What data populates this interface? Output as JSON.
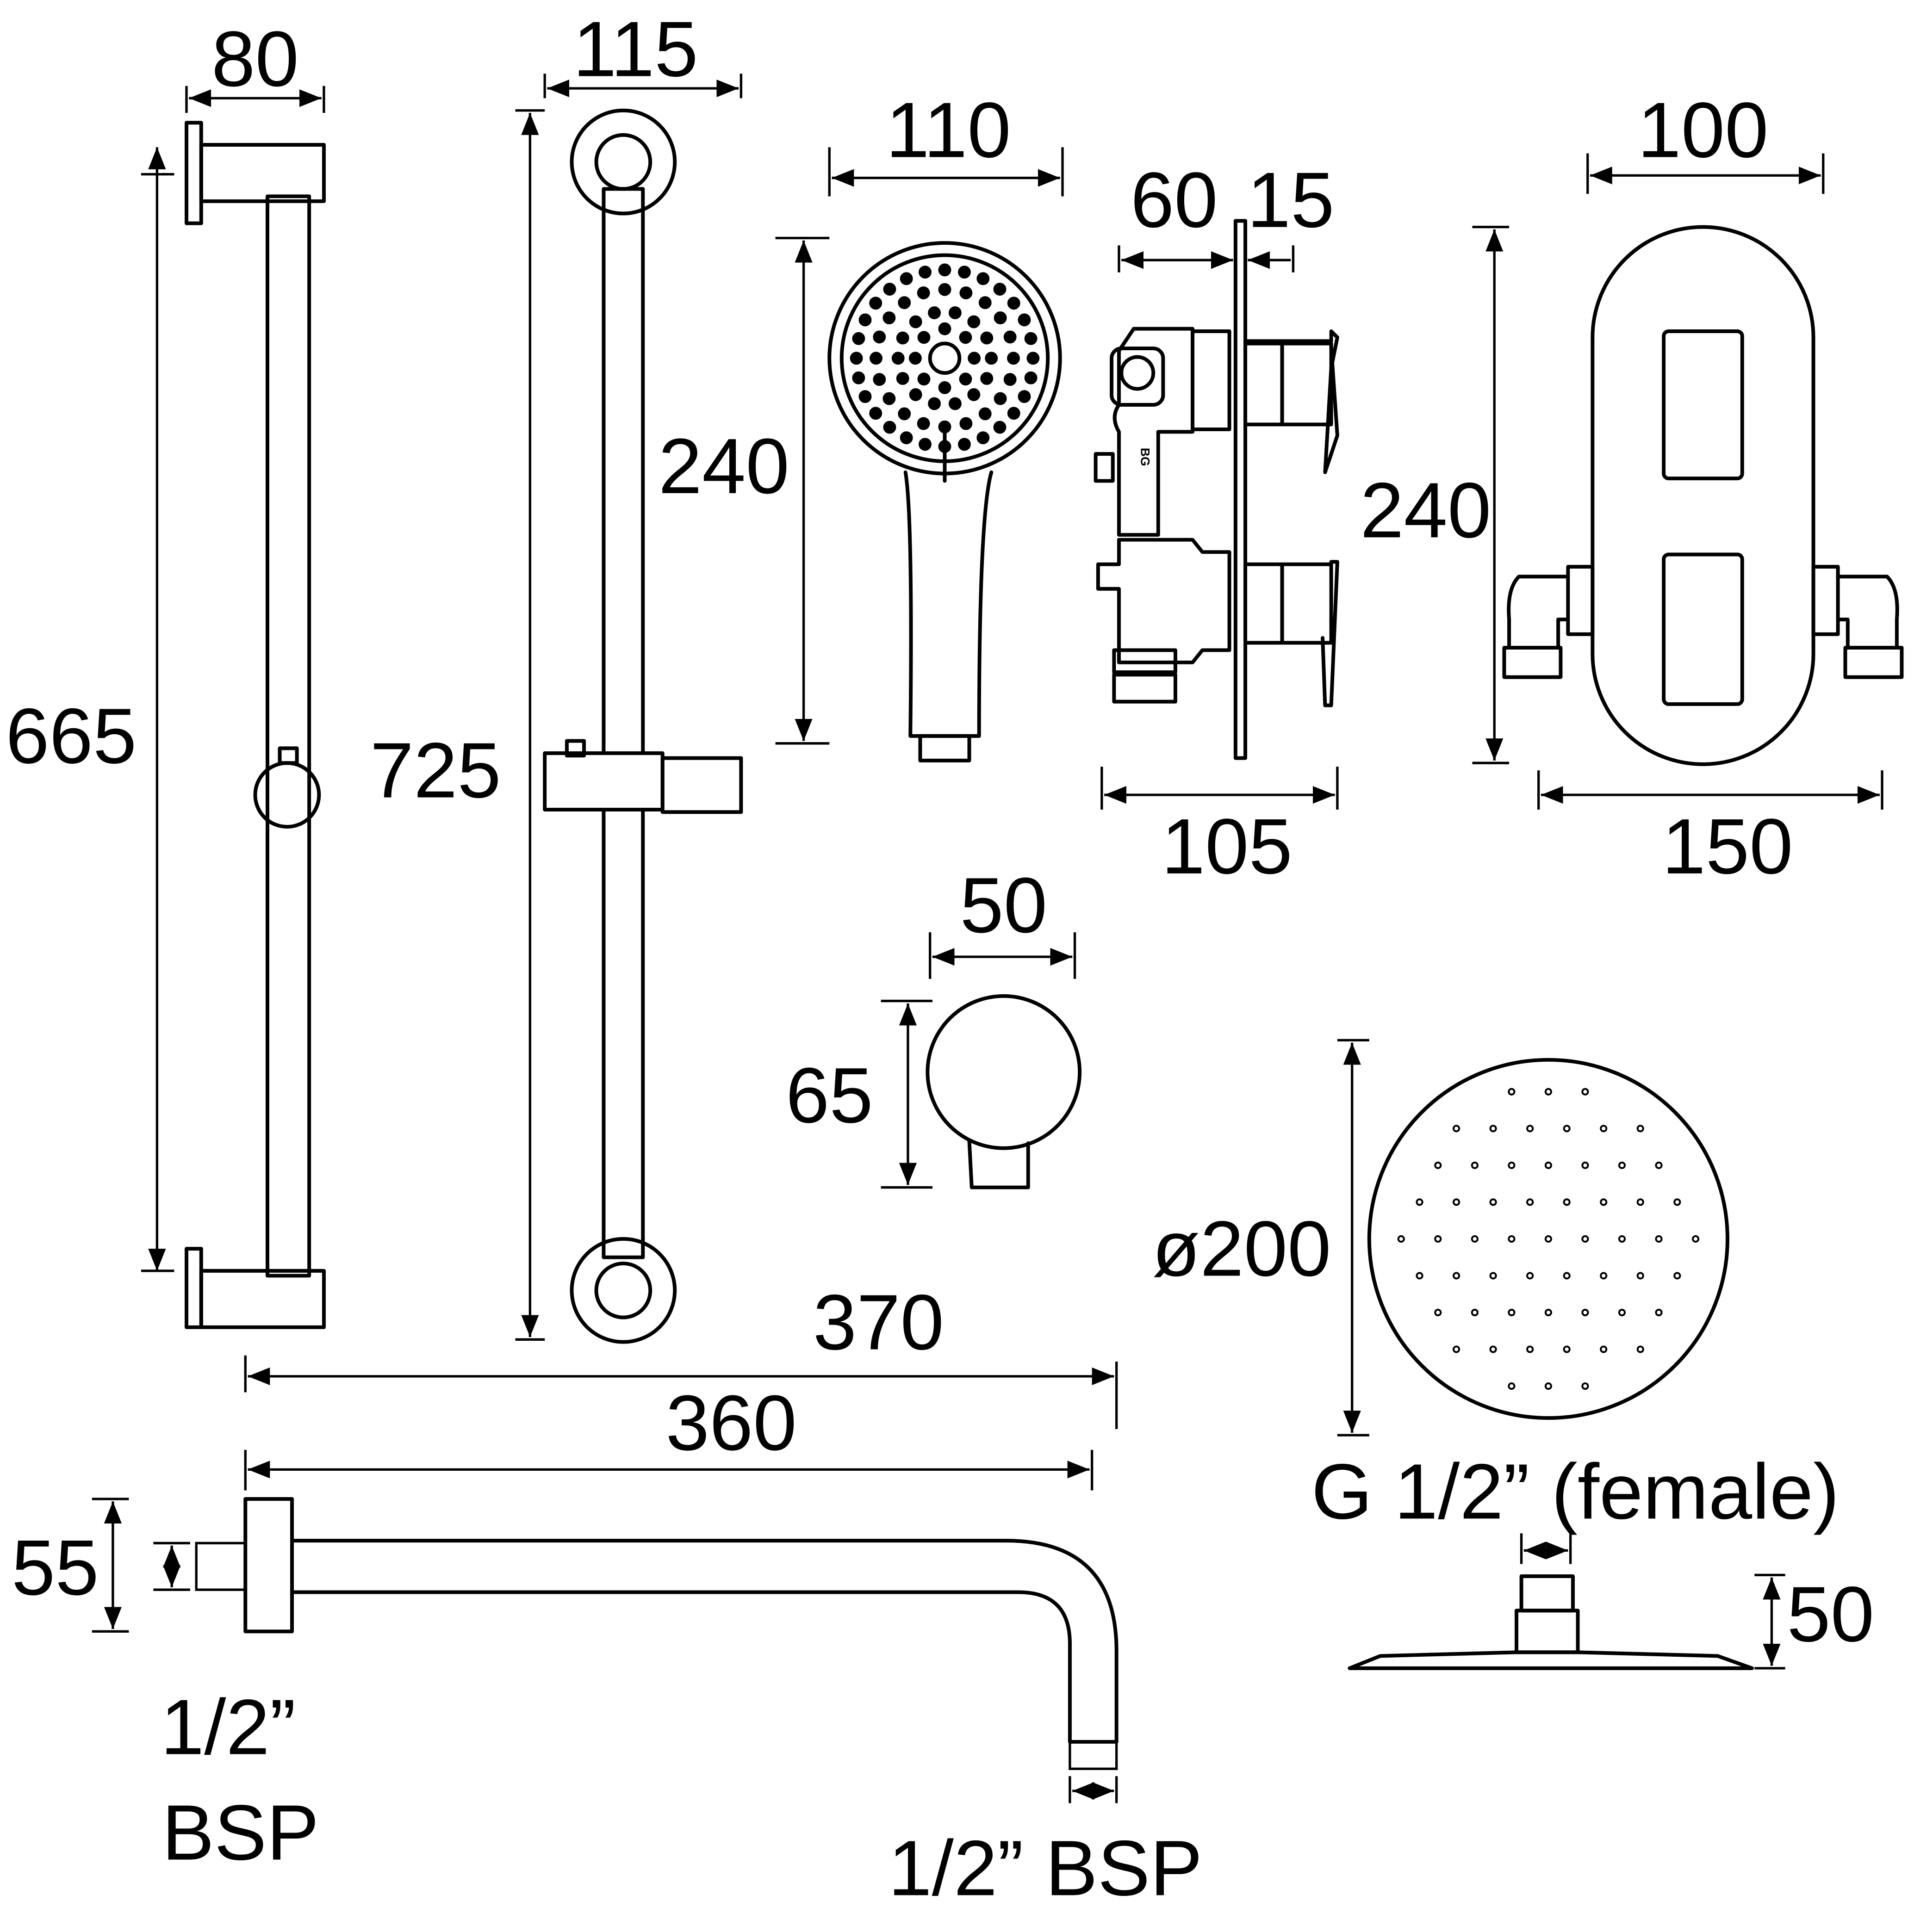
{
  "colors": {
    "ink": "#000000",
    "background": "#ffffff"
  },
  "riser_rail_small": {
    "width": "80",
    "height": "665"
  },
  "riser_rail_large": {
    "width": "115",
    "height": "725"
  },
  "handset": {
    "width": "110",
    "height": "240"
  },
  "diverter_valve": {
    "depth_body": "60",
    "depth_plate": "15",
    "width": "105",
    "height": "240"
  },
  "valve_plate": {
    "width_top": "100",
    "width_bottom": "150"
  },
  "wall_outlet": {
    "width": "50",
    "height": "65"
  },
  "shower_arm": {
    "length_overall": "370",
    "length_arm": "360",
    "flange": "55",
    "inlet_thread_line1": "1/2”",
    "inlet_thread_line2": "BSP",
    "outlet_thread": "1/2” BSP"
  },
  "shower_head": {
    "diameter": "ø200",
    "connection": "G 1/2” (female)",
    "height": "50"
  }
}
